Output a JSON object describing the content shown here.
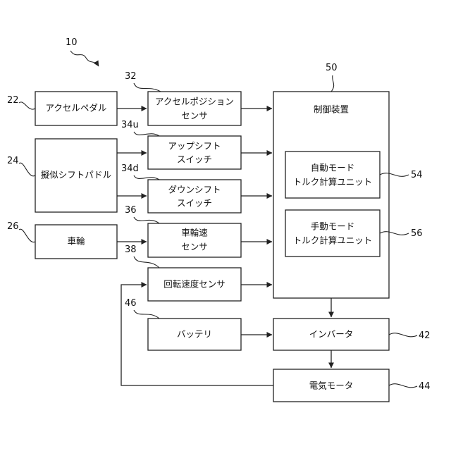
{
  "figure_ref": "10",
  "blocks": {
    "accel_pedal": {
      "ref": "22",
      "lines": [
        "アクセルペダル"
      ]
    },
    "pseudo_paddle": {
      "ref": "24",
      "lines": [
        "擬似シフトパドル"
      ]
    },
    "wheel": {
      "ref": "26",
      "lines": [
        "車輪"
      ]
    },
    "accel_sensor": {
      "ref": "32",
      "lines": [
        "アクセルポジション",
        "センサ"
      ]
    },
    "upshift": {
      "ref": "34u",
      "lines": [
        "アップシフト",
        "スイッチ"
      ]
    },
    "downshift": {
      "ref": "34d",
      "lines": [
        "ダウンシフト",
        "スイッチ"
      ]
    },
    "wheel_speed": {
      "ref": "36",
      "lines": [
        "車輪速",
        "センサ"
      ]
    },
    "rotation_sensor": {
      "ref": "38",
      "lines": [
        "回転速度センサ"
      ]
    },
    "battery": {
      "ref": "46",
      "lines": [
        "バッテリ"
      ]
    },
    "controller": {
      "ref": "50",
      "lines": [
        "制御装置"
      ]
    },
    "auto_unit": {
      "ref": "54",
      "lines": [
        "自動モード",
        "トルク計算ユニット"
      ]
    },
    "manual_unit": {
      "ref": "56",
      "lines": [
        "手動モード",
        "トルク計算ユニット"
      ]
    },
    "inverter": {
      "ref": "42",
      "lines": [
        "インバータ"
      ]
    },
    "motor": {
      "ref": "44",
      "lines": [
        "電気モータ"
      ]
    }
  }
}
